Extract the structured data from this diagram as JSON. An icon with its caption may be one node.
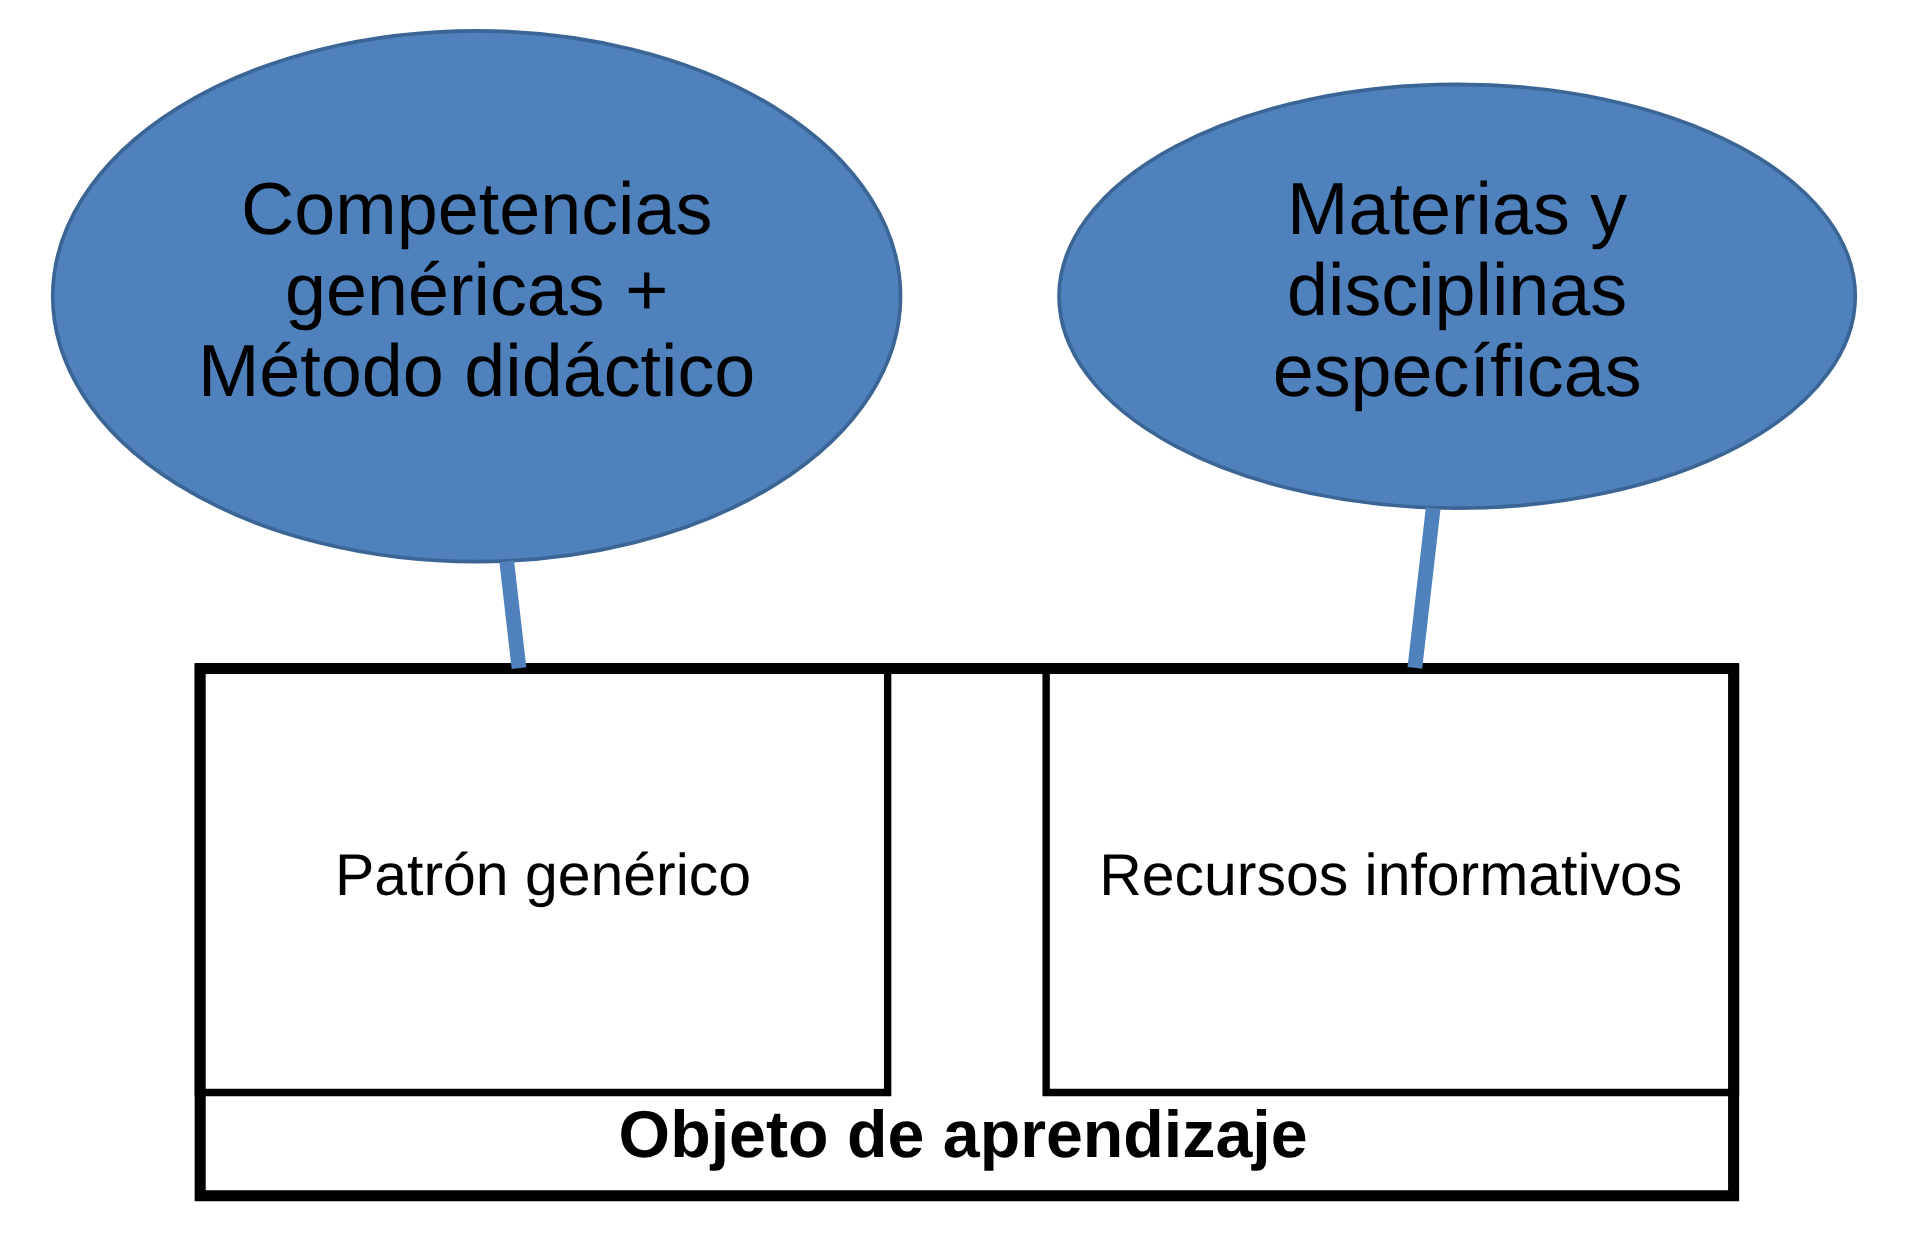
{
  "diagram": {
    "nodes": [
      {
        "text": [
          "Objeto de aprendizaje"
        ]
      },
      {
        "text": [
          "Patrón genérico"
        ],
        "in": 0
      },
      {
        "text": [
          "Recursos informativos"
        ],
        "in": 0
      },
      {
        "text": [
          "Competencias genéricas + Método didáctico"
        ]
      },
      {
        "text": [
          "Materias y disciplinas específicas"
        ]
      }
    ],
    "edges": [
      {
        "from": 3,
        "to": 1,
        "arrow": "none"
      },
      {
        "from": 4,
        "to": 2,
        "arrow": "none"
      }
    ]
  }
}
